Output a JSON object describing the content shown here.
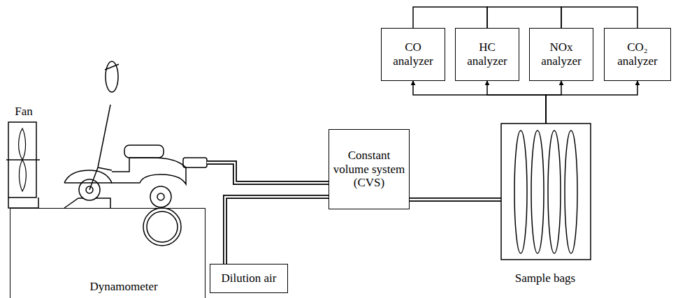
{
  "diagram": {
    "nodes": [
      {
        "text": [
          "CO analyzer"
        ]
      },
      {
        "text": [
          "HC analyzer"
        ]
      },
      {
        "text": [
          "NOx analyzer"
        ]
      },
      {
        "text": [
          "CO₂ analyzer"
        ]
      },
      {
        "text": [
          "Fan"
        ]
      },
      {
        "text": [
          "Constant volume system (CVS)"
        ]
      },
      {
        "text": [
          "Sample bags"
        ]
      },
      {
        "text": [
          "Dynamometer"
        ]
      },
      {
        "text": [
          "Dilution air"
        ]
      }
    ],
    "edges": [
      {
        "from": 0,
        "to": 1,
        "arrow": "none"
      },
      {
        "from": 1,
        "to": 2,
        "arrow": "none"
      },
      {
        "from": 2,
        "to": 3,
        "arrow": "none"
      },
      {
        "from": 6,
        "to": 0,
        "arrow": "to"
      },
      {
        "from": 6,
        "to": 1,
        "arrow": "to"
      },
      {
        "from": 6,
        "to": 2,
        "arrow": "to"
      },
      {
        "from": 6,
        "to": 3,
        "arrow": "to"
      },
      {
        "from": 5,
        "to": 6,
        "arrow": "none"
      },
      {
        "from": 8,
        "to": 5,
        "arrow": "none"
      }
    ]
  }
}
